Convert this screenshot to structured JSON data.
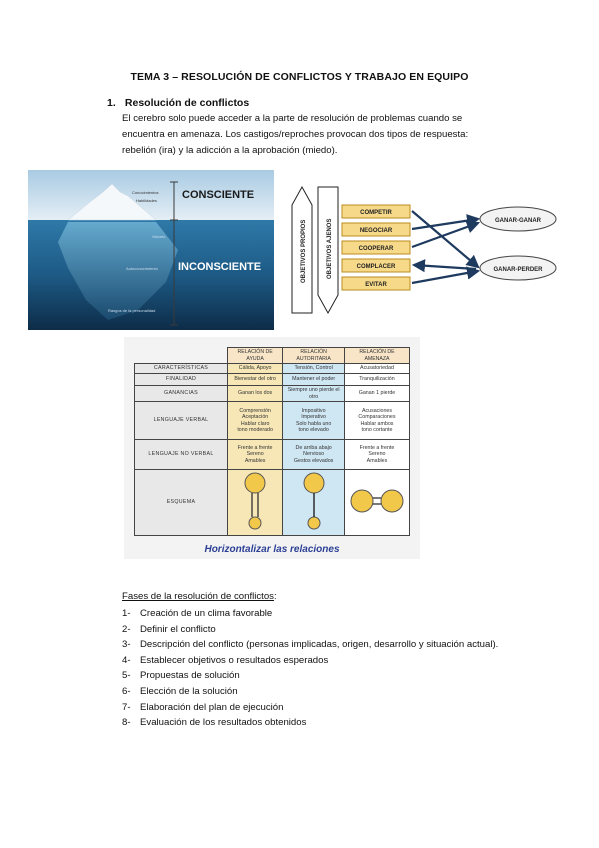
{
  "title": "TEMA 3 – RESOLUCIÓN DE CONFLICTOS Y TRABAJO EN EQUIPO",
  "section": {
    "number": "1.",
    "heading": "Resolución de conflictos"
  },
  "paragraph": [
    "El cerebro solo puede acceder a la parte de resolución de problemas cuando se",
    "encuentra en amenaza. Los castigos/reproches provocan dos tipos de respuesta:",
    "rebelión (ira) y la adicción a la aprobación (miedo)."
  ],
  "iceberg": {
    "conscious": "CONSCIENTE",
    "unconscious": "INCONSCIENTE",
    "above_labels": [
      "Conocimientos",
      "Habilidades"
    ],
    "below_labels": [
      "Valores",
      "Autoconocimiento",
      "Rasgos de la personalidad"
    ]
  },
  "diagram": {
    "left_arrow": "OBJETIVOS PROPIOS",
    "right_arrow": "OBJETIVOS AJENOS",
    "boxes": [
      "COMPETIR",
      "NEGOCIAR",
      "COOPERAR",
      "COMPLACER",
      "EVITAR"
    ],
    "outcomes": [
      "GANAR-GANAR",
      "GANAR-PERDER"
    ],
    "colors": {
      "box_fill": "#f7d98a",
      "box_border": "#b88c1e",
      "arrow": "#1e3a5f"
    }
  },
  "table": {
    "headers": [
      "",
      "RELACIÓN DE AYUDA",
      "RELACIÓN AUTORITARIA",
      "RELACIÓN DE AMENAZA"
    ],
    "rows": [
      {
        "label": "CARACTERÍSTICAS",
        "cells": [
          "Cálida, Apoyo",
          "Tensión, Control",
          "Acusatoriedad"
        ]
      },
      {
        "label": "FINALIDAD",
        "cells": [
          "Bienestar del otro",
          "Mantener el poder",
          "Tranquilización"
        ]
      },
      {
        "label": "GANANCIAS",
        "cells": [
          "Ganan los dos",
          "Siempre uno pierde el otro",
          "Ganan 1 pierde"
        ]
      },
      {
        "label": "LENGUAJE VERBAL",
        "cells": [
          "Comprensión\nAceptación\nHablar claro\ntono moderado",
          "Impositivo\nImperativo\nSolo habla uno\ntono elevado",
          "Acusaciones\nComparaciones\nHablar ambos\ntono cortante"
        ]
      },
      {
        "label": "LENGUAJE NO VERBAL",
        "cells": [
          "Frente a frente\nSereno\nAmables",
          "De arriba abajo\nNervioso\nGestos elevados",
          "Frente a frente\nSereno\nAmables"
        ]
      },
      {
        "label": "ESQUEMA",
        "cells": [
          "",
          "",
          ""
        ]
      }
    ],
    "caption": "Horizontalizar las relaciones",
    "colors": {
      "col1": "#f7e7b7",
      "col2": "#cfe6f3",
      "circle": "#f2c84b"
    }
  },
  "phases_title": "Fases de la resolución de conflictos",
  "phases_colon": ":",
  "phases": [
    {
      "n": "1-",
      "text": "Creación de un clima favorable"
    },
    {
      "n": "2-",
      "text": "Definir el conflicto"
    },
    {
      "n": "3-",
      "text": "Descripción del conflicto (personas implicadas, origen, desarrollo y situación actual)."
    },
    {
      "n": "4-",
      "text": "Establecer objetivos o resultados esperados"
    },
    {
      "n": "5-",
      "text": "Propuestas de solución"
    },
    {
      "n": "6-",
      "text": "Elección de la solución"
    },
    {
      "n": "7-",
      "text": "Elaboración del plan de ejecución"
    },
    {
      "n": "8-",
      "text": "Evaluación de los resultados obtenidos"
    }
  ]
}
